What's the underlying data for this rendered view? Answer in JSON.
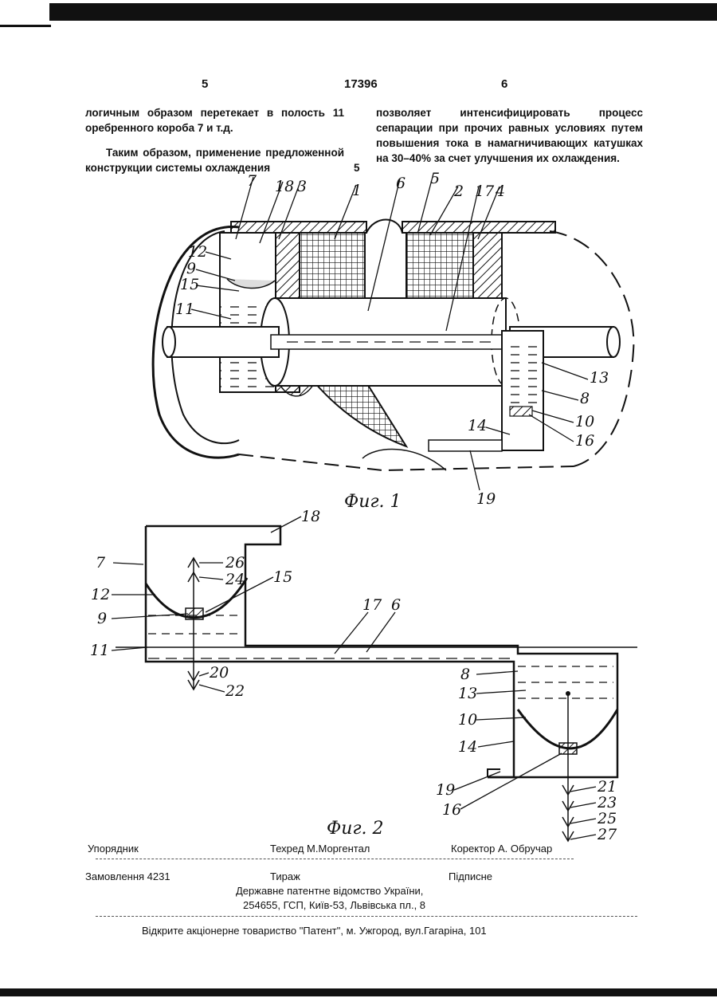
{
  "header": {
    "page_left": "5",
    "patent_number": "17396",
    "page_right": "6"
  },
  "left_column": {
    "para1": "логичным образом перетекает в полость 11 оребренного короба 7 и т.д.",
    "para2": "Таким образом, применение предложенной конструкции системы охлаждения",
    "line_number": "5"
  },
  "right_column": {
    "para1": "позволяет интенсифицировать процесс сепарации при прочих равных условиях путем повышения тока в намагничивающих катушках на 30–40% за счет улучшения их охлаждения."
  },
  "figure1": {
    "caption": "Фиг. 1",
    "labels": [
      "7",
      "18",
      "3",
      "1",
      "6",
      "5",
      "2",
      "17",
      "4",
      "12",
      "9",
      "15",
      "11",
      "13",
      "8",
      "10",
      "16",
      "14",
      "19"
    ]
  },
  "figure2": {
    "caption": "Фиг. 2",
    "labels": [
      "18",
      "7",
      "12",
      "9",
      "11",
      "26",
      "24",
      "15",
      "20",
      "22",
      "17",
      "6",
      "8",
      "13",
      "10",
      "14",
      "19",
      "16",
      "21",
      "23",
      "25",
      "27"
    ]
  },
  "footer": {
    "compiler": "Упорядник",
    "techred": "Техред М.Моргентал",
    "corrector": "Коректор А. Обручар",
    "order": "Замовлення  4231",
    "circulation": "Тираж",
    "signed": "Підписне",
    "office": "Державне патентне відомство України,",
    "address": "254655, ГСП, Київ-53, Львівська пл., 8",
    "printer": "Відкрите акціонерне товариство  \"Патент\", м. Ужгород, вул.Гагаріна, 101"
  }
}
